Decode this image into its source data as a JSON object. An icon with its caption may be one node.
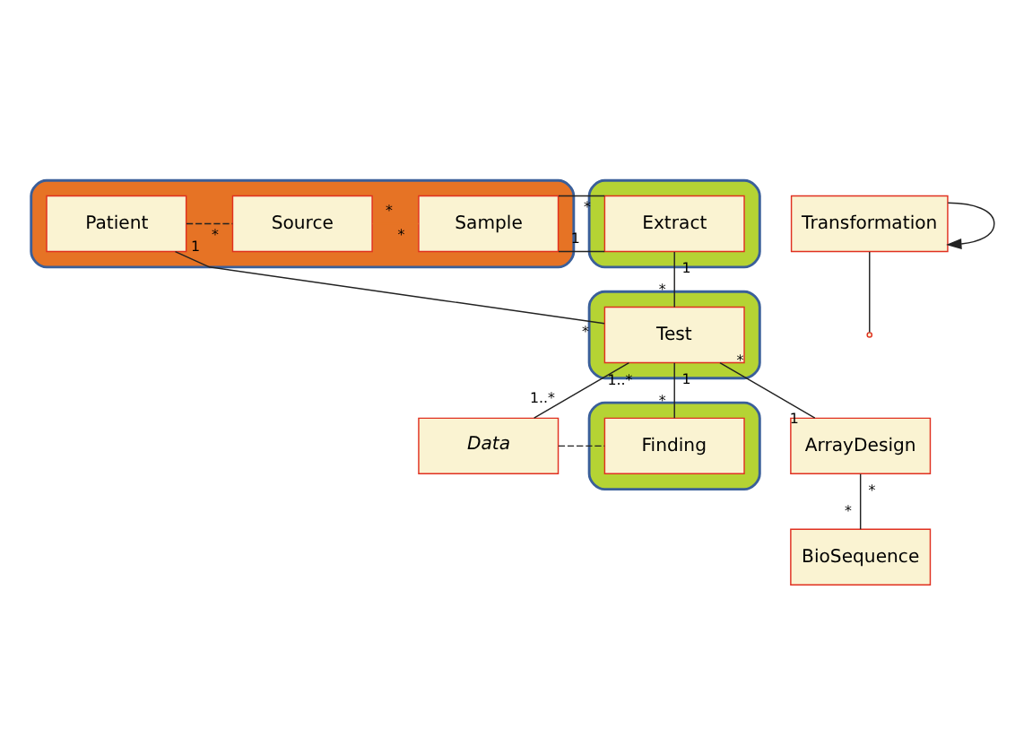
{
  "diagram": {
    "nodes": [
      {
        "text": [],
        "shape": "box"
      },
      {
        "text": [
          "Patient"
        ],
        "in": 0
      },
      {
        "text": [
          "Source"
        ],
        "in": 0
      },
      {
        "text": [
          "Sample"
        ],
        "in": 0
      },
      {
        "text": [],
        "shape": "box"
      },
      {
        "text": [
          "Extract"
        ],
        "in": 4
      },
      {
        "text": [],
        "shape": "box"
      },
      {
        "text": [
          "Test"
        ],
        "in": 6
      },
      {
        "text": [
          "Transformation"
        ]
      },
      {
        "text": [
          "Data"
        ]
      },
      {
        "text": [],
        "shape": "box"
      },
      {
        "text": [
          "Finding"
        ],
        "in": 10
      },
      {
        "text": [
          "ArrayDesign"
        ]
      },
      {
        "text": [
          "BioSequence"
        ]
      }
    ],
    "edges": [
      {
        "from": 1,
        "to": 2,
        "arrow": "none",
        "style": "dashed"
      },
      {
        "from": 1,
        "to": 7,
        "arrow": "none"
      },
      {
        "from": 2,
        "to": 3,
        "arrow": "none",
        "color": "#e67325"
      },
      {
        "from": 3,
        "to": 5,
        "arrow": "none"
      },
      {
        "from": 5,
        "to": 7,
        "arrow": "none"
      },
      {
        "from": 7,
        "to": 12,
        "arrow": "none"
      },
      {
        "from": 7,
        "to": 11,
        "arrow": "none"
      },
      {
        "from": 8,
        "to": 8,
        "arrow": "to"
      },
      {
        "from": 9,
        "to": 11,
        "arrow": "none",
        "style": "dashed"
      },
      {
        "from": 8,
        "to": null,
        "arrow": "none"
      },
      {
        "from": 7,
        "to": 9,
        "arrow": "none"
      },
      {
        "from": 12,
        "to": 13,
        "arrow": "none"
      }
    ],
    "labels": [
      "*",
      "1",
      "*",
      "*",
      "1",
      "*",
      "*",
      "1",
      "*",
      "*",
      "1",
      "1..*",
      "1..*",
      "*",
      "1",
      "*",
      "*"
    ]
  }
}
